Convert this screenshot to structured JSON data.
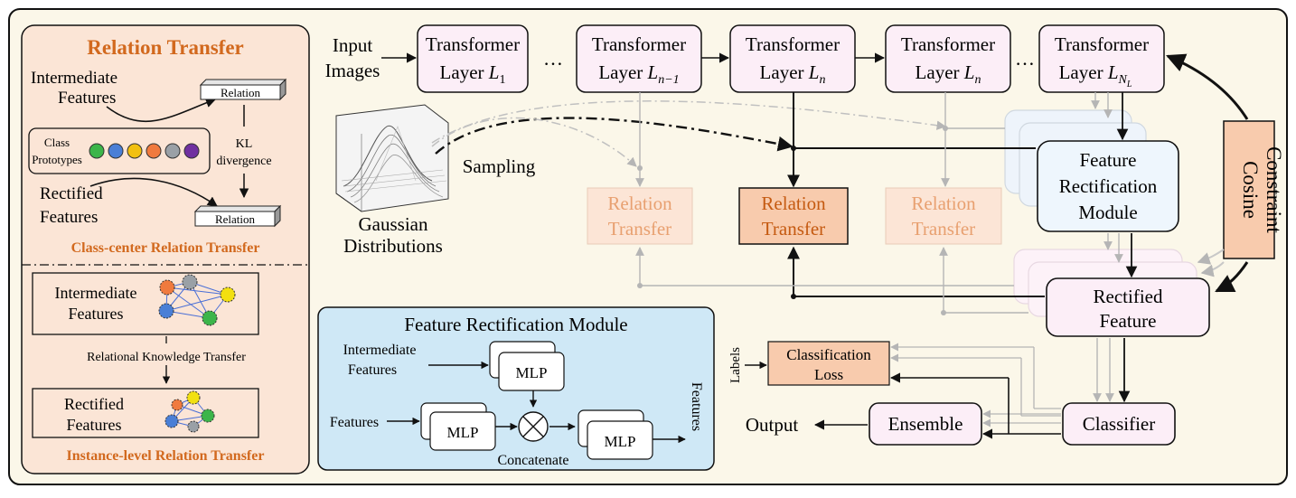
{
  "colors": {
    "outer_bg": "#fbf7e9",
    "left_panel_bg": "#fbe5d6",
    "accent_orange": "#c55a11",
    "relation_box": "#f8cbad",
    "relation_box_faded": "#fce5d6",
    "layer_box": "#fceef7",
    "frm_box": "#eef6fd",
    "frm_panel": "#cfe8f6",
    "prototype_colors": [
      "#3cb54a",
      "#4a7fd6",
      "#f2c010",
      "#f07a3e",
      "#9aa0a6",
      "#7030a0"
    ]
  },
  "left_panel": {
    "title": "Relation Transfer",
    "intermediate_features": [
      "Intermediate",
      "Features"
    ],
    "class_prototypes": [
      "Class",
      "Prototypes"
    ],
    "kl_divergence": [
      "KL",
      "divergence"
    ],
    "rectified_features": [
      "Rectified",
      "Features"
    ],
    "relation": "Relation",
    "class_center_caption": "Class-center Relation Transfer",
    "instance_intermediate": [
      "Intermediate",
      "Features"
    ],
    "relational_knowledge": "Relational Knowledge Transfer",
    "instance_rectified": [
      "Rectified",
      "Features"
    ],
    "instance_caption": "Instance-level Relation Transfer"
  },
  "pipeline": {
    "input_images": [
      "Input",
      "Images"
    ],
    "layer_word": "Transformer",
    "layer_prefix": "Layer",
    "layer_subscripts": [
      "1",
      "n−1",
      "n",
      "n",
      "N"
    ],
    "layer_subsub": "L",
    "ellipsis": "…",
    "gaussian": [
      "Gaussian",
      "Distributions"
    ],
    "sampling": "Sampling",
    "relation_transfer": [
      "Relation",
      "Transfer"
    ],
    "frm": [
      "Feature",
      "Rectification",
      "Module"
    ],
    "cosine": [
      "Cosine",
      "Constraint"
    ],
    "rectified_feature": [
      "Rectified",
      "Feature"
    ],
    "labels": "Labels",
    "classification_loss": [
      "Classification",
      "Loss"
    ],
    "classifier": "Classifier",
    "ensemble": "Ensemble",
    "output": "Output"
  },
  "frm_panel": {
    "title": "Feature Rectification Module",
    "intermediate_features": [
      "Intermediate",
      "Features"
    ],
    "features_in": "Features",
    "mlp": "MLP",
    "concatenate": "Concatenate",
    "features_out": "Features"
  }
}
